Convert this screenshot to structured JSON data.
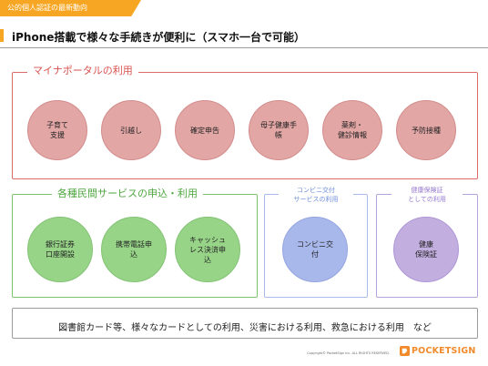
{
  "header": {
    "tag": "公的個人認証の最新動向",
    "title": "iPhone搭載で様々な手続きが便利に（スマホ一台で可能）"
  },
  "mynaportal": {
    "label": "マイナポータルの利用",
    "items": [
      {
        "line1": "子育て",
        "line2": "支援"
      },
      {
        "line1": "引越し",
        "line2": ""
      },
      {
        "line1": "確定申告",
        "line2": ""
      },
      {
        "line1": "母子健康手",
        "line2": "帳"
      },
      {
        "line1": "薬剤・",
        "line2": "健診情報"
      },
      {
        "line1": "予防接種",
        "line2": ""
      }
    ]
  },
  "private": {
    "label": "各種民間サービスの申込・利用",
    "items": [
      {
        "line1": "銀行証券",
        "line2": "口座開設",
        "line3": ""
      },
      {
        "line1": "携帯電話申",
        "line2": "込",
        "line3": ""
      },
      {
        "line1": "キャッシュ",
        "line2": "レス決済申",
        "line3": "込"
      }
    ]
  },
  "convenience": {
    "label_line1": "コンビニ交付",
    "label_line2": "サービスの利用",
    "item": {
      "line1": "コンビニ交",
      "line2": "付"
    }
  },
  "insurance": {
    "label_line1": "健康保険証",
    "label_line2": "としての利用",
    "item": {
      "line1": "健康",
      "line2": "保険証"
    }
  },
  "other_uses": "図書館カード等、様々なカードとしての利用、災害における利用、救急における利用　など",
  "footer": {
    "copyright": "Copyright© PocketSign Inc. ALL RIGHTS RESERVED.",
    "brand": "POCKETSIGN"
  },
  "colors": {
    "accent": "#f6a623",
    "mynaportal": "#d9534f",
    "private": "#66bb55",
    "convenience": "#8fa8e6",
    "insurance": "#a68cd6",
    "brand": "#f08a2b"
  }
}
